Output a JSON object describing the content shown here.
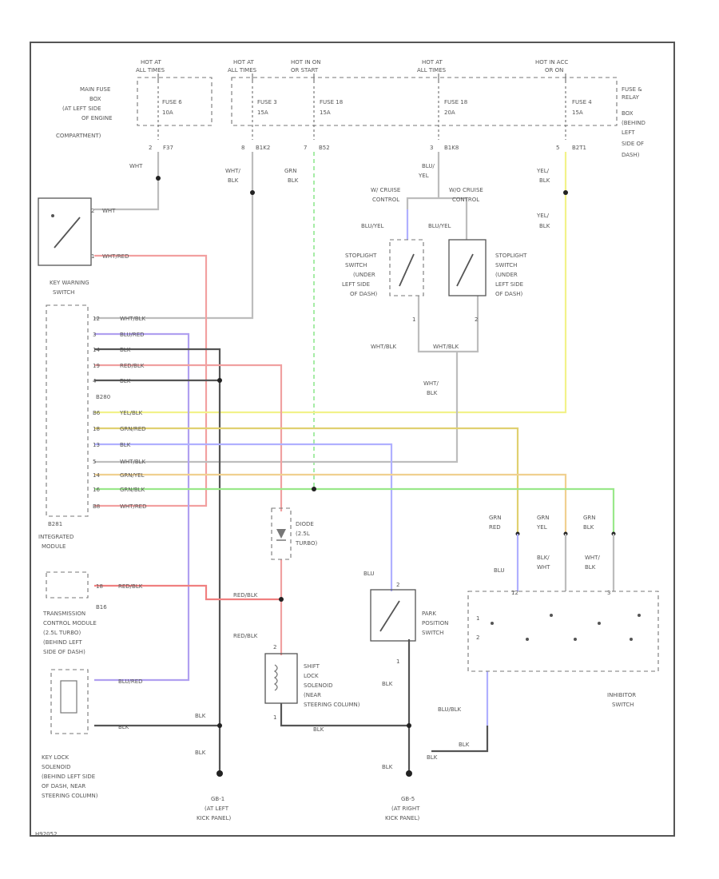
{
  "fuse_box": {
    "hot_labels": [
      {
        "id": "hot-1",
        "line1": "HOT AT",
        "line2": "ALL TIMES"
      },
      {
        "id": "hot-2",
        "line1": "HOT AT",
        "line2": "ALL TIMES"
      },
      {
        "id": "hot-3",
        "line1": "HOT IN ON",
        "line2": "OR START"
      },
      {
        "id": "hot-4",
        "line1": "HOT AT",
        "line2": "ALL TIMES"
      },
      {
        "id": "hot-5",
        "line1": "HOT IN ACC",
        "line2": "OR ON"
      }
    ],
    "main_fuse_box_label": [
      "MAIN FUSE",
      "BOX",
      "(AT LEFT SIDE",
      "OF ENGINE",
      "COMPARTMENT)"
    ],
    "relay_box_label": [
      "FUSE &",
      "RELAY",
      "BOX",
      "(BEHIND",
      "LEFT",
      "SIDE OF",
      "DASH)"
    ],
    "fuses": [
      {
        "id": "fuse-6",
        "name": "FUSE 6",
        "amp": "10A",
        "circuit": "F37"
      },
      {
        "id": "fuse-3",
        "name": "FUSE 3",
        "amp": "15A",
        "circuit": "B1K2"
      },
      {
        "id": "fuse-18a",
        "name": "FUSE 18",
        "amp": "15A",
        "circuit": "B52"
      },
      {
        "id": "fuse-18b",
        "name": "FUSE 18",
        "amp": "20A",
        "circuit": "B1K8"
      },
      {
        "id": "fuse-4",
        "name": "FUSE 4",
        "amp": "15A",
        "circuit": "B2T1"
      }
    ],
    "pin_numbers": [
      "2",
      "8",
      "7",
      "3",
      "5"
    ]
  },
  "wires": {
    "wht": "WHT",
    "wht_blk_1": [
      "WHT/",
      "BLK"
    ],
    "grn_blk": [
      "GRN",
      "BLK"
    ],
    "blu_yel": [
      "BLU/",
      "YEL"
    ],
    "yel_blk": [
      "YEL/",
      "BLK"
    ],
    "yel_blk_2": [
      "YEL/",
      "BLK"
    ],
    "blu_yel_left": "BLU/YEL",
    "blu_yel_right": "BLU/YEL",
    "wht_blk_left": "WHT/BLK",
    "wht_blk_right": "WHT/BLK",
    "wht_blk_3": [
      "WHT/",
      "BLK"
    ],
    "grn_red": [
      "GRN",
      "RED"
    ],
    "grn_yel": [
      "GRN",
      "YEL"
    ],
    "grn_blk_2": [
      "GRN",
      "BLK"
    ],
    "blu": "BLU",
    "blu_wht": [
      "BLK/",
      "WHT"
    ],
    "wht_blk_4": [
      "WHT/",
      "BLK"
    ],
    "blu_top": "BLU",
    "red_blk_1": "RED/BLK",
    "red_blk_2": "RED/BLK",
    "blk_1": "BLK",
    "blk_2": "BLK",
    "blk_3": "BLK",
    "blk_4": "BLK",
    "blk_5": "BLK",
    "blk_6": "BLK",
    "blu_blk": "BLU/BLK",
    "blk_dwn": "BLK"
  },
  "cruise": {
    "w_cruise": [
      "W/ CRUISE",
      "CONTROL"
    ],
    "wo_cruise": [
      "W/O CRUISE",
      "CONTROL"
    ]
  },
  "components": {
    "key_warning_switch": [
      "KEY WARNING",
      "SWITCH"
    ],
    "stoplight_left": [
      "STOPLIGHT",
      "SWITCH",
      "(UNDER",
      "LEFT SIDE",
      "OF DASH)"
    ],
    "stoplight_right": [
      "STOPLIGHT",
      "SWITCH",
      "(UNDER",
      "LEFT SIDE",
      "OF DASH)"
    ],
    "integrated_module": [
      "INTEGRATED",
      "MODULE"
    ],
    "diode": [
      "DIODE",
      "(2.5L",
      "TURBO)"
    ],
    "transmission_module": [
      "TRANSMISSION",
      "CONTROL MODULE",
      "(2.5L TURBO)",
      "(BEHIND LEFT",
      "SIDE OF DASH)"
    ],
    "park_position_switch": [
      "PARK",
      "POSITION",
      "SWITCH"
    ],
    "shift_lock_solenoid": [
      "SHIFT",
      "LOCK",
      "SOLENOID",
      "(NEAR",
      "STEERING COLUMN)"
    ],
    "inhibitor_switch": [
      "INHIBITOR",
      "SWITCH"
    ],
    "key_lock_solenoid": [
      "KEY LOCK",
      "SOLENOID",
      "(BEHIND LEFT SIDE",
      "OF DASH, NEAR",
      "STEERING COLUMN)"
    ],
    "gb1": [
      "GB-1",
      "(AT LEFT",
      "KICK PANEL)"
    ],
    "gb5": [
      "GB-5",
      "(AT RIGHT",
      "KICK PANEL)"
    ]
  },
  "module_pins": {
    "connectors": {
      "b280": "B280",
      "b281": "B281",
      "b16": "B16"
    },
    "rows": [
      {
        "pin": "12",
        "wire": "WHT/BLK"
      },
      {
        "pin": "3",
        "wire": "BLU/RED"
      },
      {
        "pin": "14",
        "wire": "BLK"
      },
      {
        "pin": "19",
        "wire": "RED/BLK"
      },
      {
        "pin": "4",
        "wire": "BLK"
      },
      {
        "pin": "B6",
        "wire": "YEL/BLK"
      },
      {
        "pin": "18",
        "wire": "GRN/RED"
      },
      {
        "pin": "13",
        "wire": "BLK"
      },
      {
        "pin": "5",
        "wire": "WHT/BLK"
      },
      {
        "pin": "14",
        "wire": "GRN/YEL"
      },
      {
        "pin": "16",
        "wire": "GRN/BLK"
      },
      {
        "pin": "B8",
        "wire": "WHT/RED"
      }
    ],
    "kws": [
      {
        "pin": "2",
        "wire": "WHT"
      },
      {
        "pin": "1",
        "wire": "WHT/RED"
      }
    ],
    "tcm_pin": "18",
    "tcm_wire": "RED/BLK",
    "kls_wire_1": "BLU/RED",
    "kls_wire_2": "BLK",
    "sl_pins": [
      "2",
      "1"
    ],
    "stoplight_pins": [
      "1",
      "2",
      "3",
      "2"
    ],
    "park_pins": [
      "2",
      "1"
    ],
    "inh_pins": [
      "1",
      "2",
      "12",
      "3"
    ]
  },
  "footer_code": "H92052"
}
